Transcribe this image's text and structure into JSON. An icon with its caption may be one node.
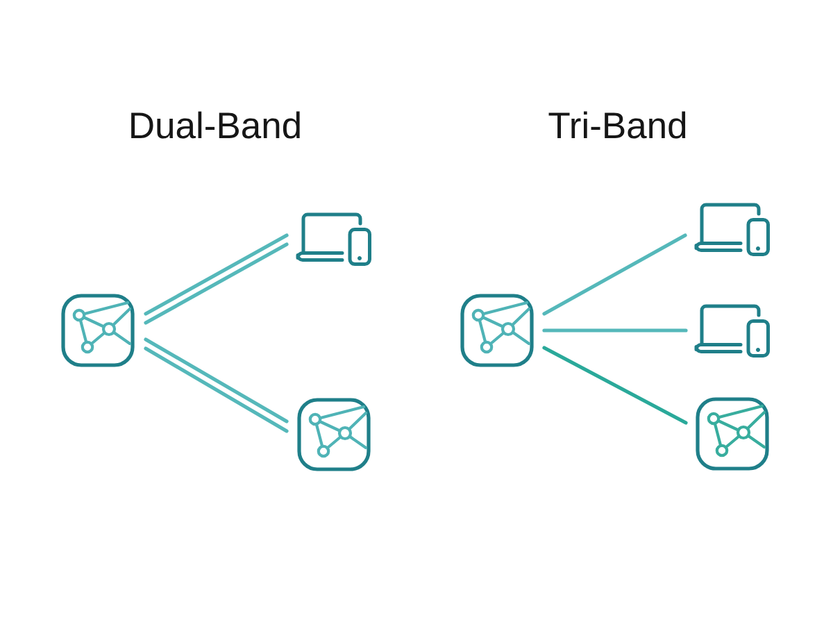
{
  "diagram": {
    "nodes": [
      {
        "text": [],
        "shape": "picture"
      },
      {
        "text": [],
        "shape": "picture"
      },
      {
        "text": [],
        "shape": "picture"
      },
      {
        "text": [],
        "shape": "picture"
      },
      {
        "text": [],
        "shape": "picture"
      },
      {
        "text": [],
        "shape": "picture"
      },
      {
        "text": [],
        "shape": "picture"
      }
    ],
    "edges": [
      {
        "from": 0,
        "to": 1,
        "arrow": "none"
      },
      {
        "from": 0,
        "to": 1,
        "arrow": "none"
      },
      {
        "from": 0,
        "to": 2,
        "arrow": "none"
      },
      {
        "from": 0,
        "to": 2,
        "arrow": "none"
      },
      {
        "from": 3,
        "to": 4,
        "arrow": "none"
      },
      {
        "from": 3,
        "to": 5,
        "arrow": "none"
      },
      {
        "from": 3,
        "to": 6,
        "arrow": "none",
        "color": "#2aa99a"
      }
    ],
    "labels": [
      "Dual-Band",
      "Tri-Band"
    ]
  }
}
